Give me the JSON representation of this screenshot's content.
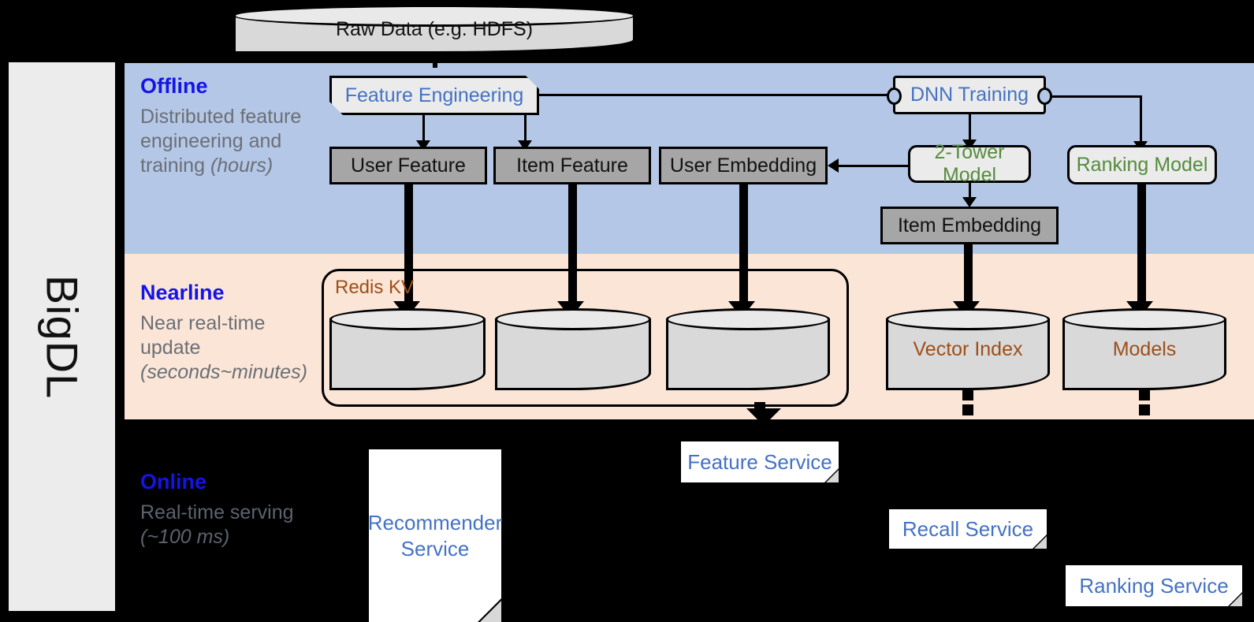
{
  "framework": {
    "name": "BigDL"
  },
  "top": {
    "raw_data": "Raw Data (e.g. HDFS)"
  },
  "bands": {
    "offline": {
      "title": "Offline",
      "desc_plain": "Distributed feature engineering and training ",
      "desc_italic": "(hours)"
    },
    "nearline": {
      "title": "Nearline",
      "desc_plain": "Near real-time update ",
      "desc_italic": "(seconds~minutes)"
    },
    "online": {
      "title": "Online",
      "desc_plain": "Real-time serving ",
      "desc_italic": "(~100 ms)"
    }
  },
  "offline_nodes": {
    "feature_engineering": "Feature Engineering",
    "dnn_training": "DNN Training",
    "user_feature": "User Feature",
    "item_feature": "Item Feature",
    "user_embedding": "User Embedding",
    "two_tower_model": "2-Tower Model",
    "ranking_model": "Ranking Model",
    "item_embedding": "Item Embedding"
  },
  "nearline_nodes": {
    "redis_kv": "Redis KV",
    "store_user_feature": "",
    "store_item_feature": "",
    "store_user_embedding": "",
    "vector_index": "Vector Index",
    "models": "Models"
  },
  "online_nodes": {
    "recommender_service": "Recommender Service",
    "feature_service": "Feature Service",
    "recall_service": "Recall Service",
    "ranking_service": "Ranking Service"
  },
  "colors": {
    "offline_band": "#b4c7e7",
    "nearline_band": "#fbe5d6",
    "online_band": "#000000",
    "band_title": "#1414e6",
    "process_text": "#4472c4",
    "model_text": "#558c3c",
    "store_text": "#9d4f18",
    "data_box_fill": "#a6a6a6",
    "process_box_fill": "#ebebeb",
    "cylinder_fill": "#d9d9d9",
    "rail_fill": "#ececec"
  }
}
